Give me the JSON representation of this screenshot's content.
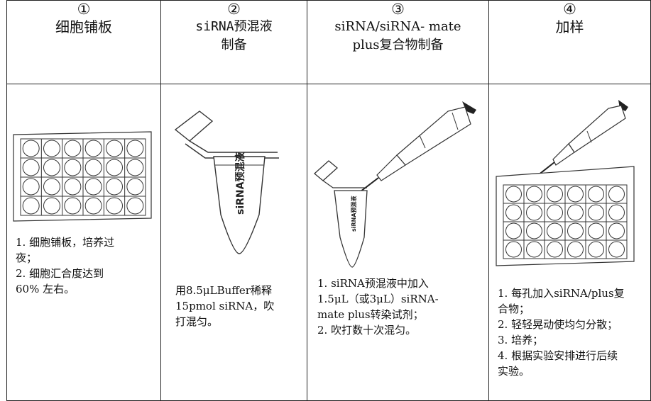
{
  "steps": [
    {
      "num": "①",
      "title": "细胞铺板",
      "desc": "1. 细胞铺板，培养过\n夜；\n2. 细胞汇合度达到\n60% 左右。"
    },
    {
      "num": "②",
      "title": "siRNA预混液\n   制备",
      "desc": "用8.5μLBuffer稀释\n15pmol siRNA，吹\n打混匀。",
      "tube_label": "siRNA预混液"
    },
    {
      "num": "③",
      "title": "siRNA/siRNA- mate\nplus复合物制备",
      "desc": "1. siRNA预混液中加入\n1.5μL（或3μL）siRNA-\nmate plus转染试剂；\n2. 吹打数十次混匀。",
      "tube_label": "siRNA预混液"
    },
    {
      "num": "④",
      "title": "加样",
      "desc": "1. 每孔加入siRNA/plus复\n合物；\n2. 轻轻晃动使均匀分散；\n3. 培养；\n4. 根据实验安排进行后续\n实验。"
    }
  ]
}
